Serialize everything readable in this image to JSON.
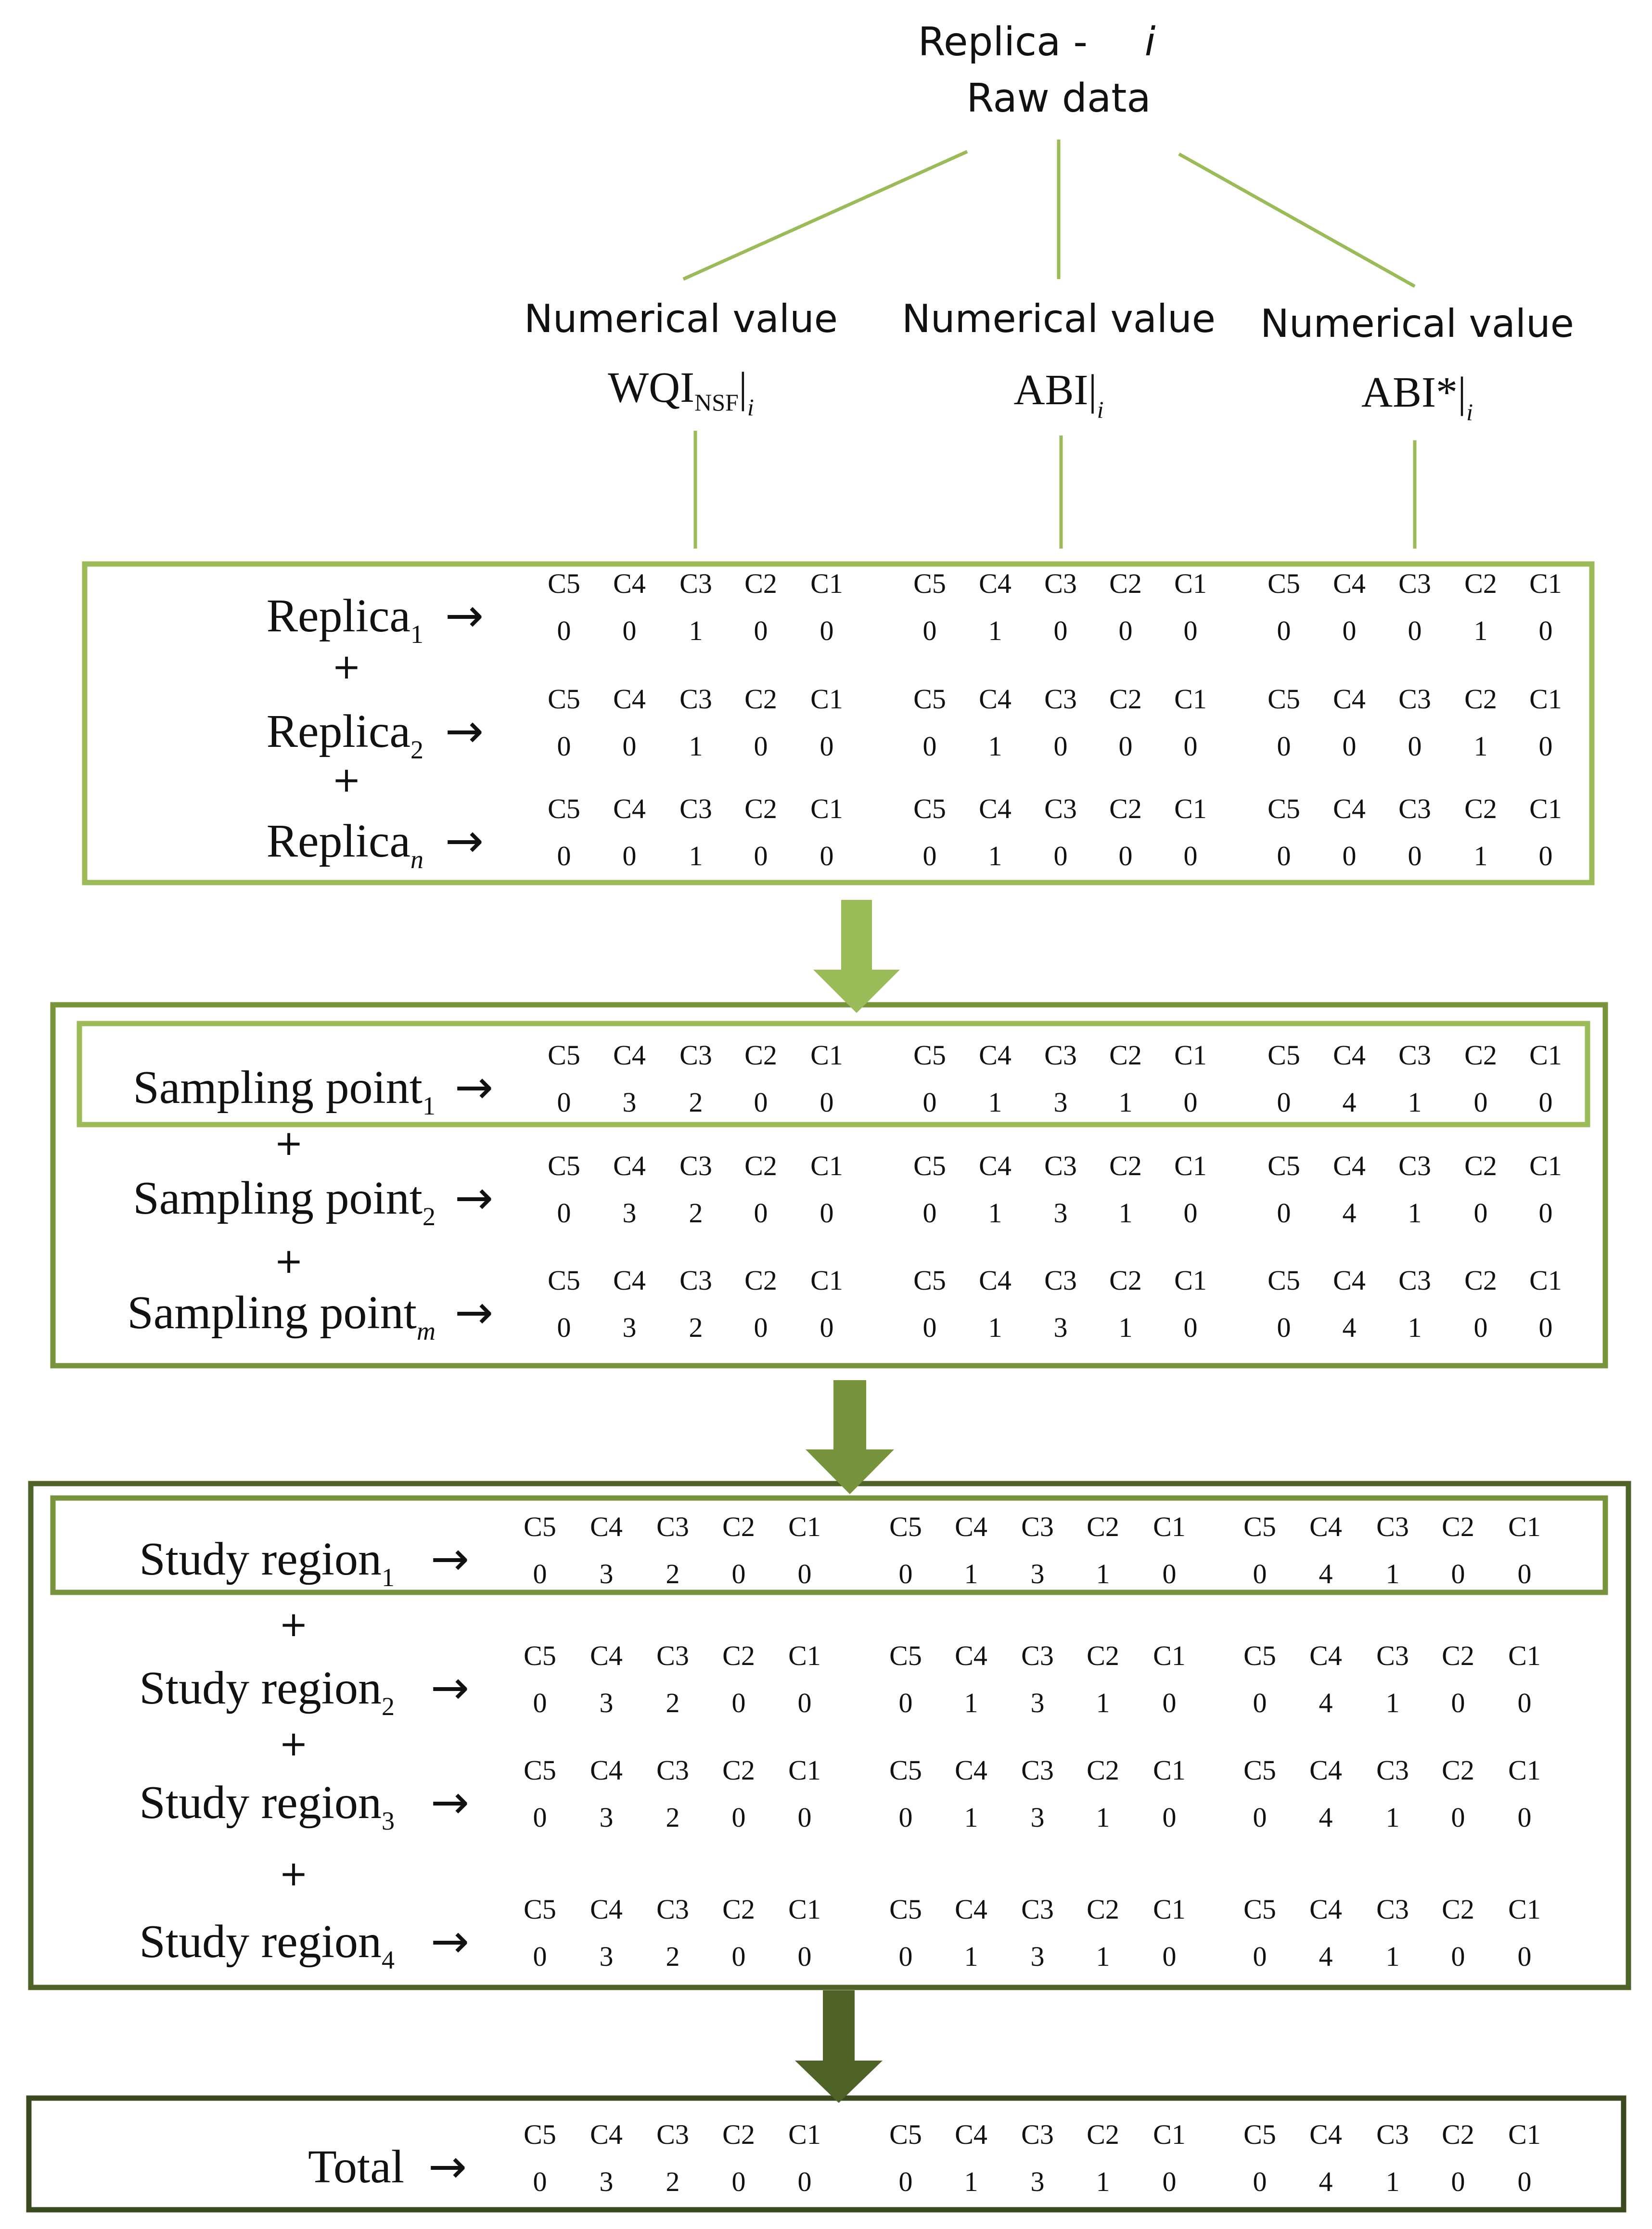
{
  "source": {
    "line1": "Replica -",
    "line1_index": "i",
    "line2": "Raw data"
  },
  "indices": [
    {
      "heading": "Numerical value",
      "name": "WQI",
      "sub": "NSF",
      "eval_sub": "i"
    },
    {
      "heading": "Numerical value",
      "name": "ABI",
      "sub": "",
      "eval_sub": "i"
    },
    {
      "heading": "Numerical value",
      "name": "ABI*",
      "sub": "",
      "eval_sub": "i"
    }
  ],
  "class_headers": [
    "C5",
    "C4",
    "C3",
    "C2",
    "C1"
  ],
  "arrow_symbol": "→",
  "plus_symbol": "+",
  "stages": [
    {
      "id": "replica",
      "rows": [
        {
          "label": "Replica",
          "sub": "1",
          "sub_italic": false,
          "values": [
            [
              0,
              0,
              1,
              0,
              0
            ],
            [
              0,
              1,
              0,
              0,
              0
            ],
            [
              0,
              0,
              0,
              1,
              0
            ]
          ]
        },
        {
          "label": "Replica",
          "sub": "2",
          "sub_italic": false,
          "values": [
            [
              0,
              0,
              1,
              0,
              0
            ],
            [
              0,
              1,
              0,
              0,
              0
            ],
            [
              0,
              0,
              0,
              1,
              0
            ]
          ]
        },
        {
          "label": "Replica",
          "sub": "n",
          "sub_italic": true,
          "values": [
            [
              0,
              0,
              1,
              0,
              0
            ],
            [
              0,
              1,
              0,
              0,
              0
            ],
            [
              0,
              0,
              0,
              1,
              0
            ]
          ]
        }
      ]
    },
    {
      "id": "sampling",
      "rows": [
        {
          "label": "Sampling point",
          "sub": "1",
          "sub_italic": false,
          "values": [
            [
              0,
              3,
              2,
              0,
              0
            ],
            [
              0,
              1,
              3,
              1,
              0
            ],
            [
              0,
              4,
              1,
              0,
              0
            ]
          ]
        },
        {
          "label": "Sampling point",
          "sub": "2",
          "sub_italic": false,
          "values": [
            [
              0,
              3,
              2,
              0,
              0
            ],
            [
              0,
              1,
              3,
              1,
              0
            ],
            [
              0,
              4,
              1,
              0,
              0
            ]
          ]
        },
        {
          "label": "Sampling point",
          "sub": "m",
          "sub_italic": true,
          "values": [
            [
              0,
              3,
              2,
              0,
              0
            ],
            [
              0,
              1,
              3,
              1,
              0
            ],
            [
              0,
              4,
              1,
              0,
              0
            ]
          ]
        }
      ]
    },
    {
      "id": "region",
      "rows": [
        {
          "label": "Study region",
          "sub": "1",
          "sub_italic": false,
          "values": [
            [
              0,
              3,
              2,
              0,
              0
            ],
            [
              0,
              1,
              3,
              1,
              0
            ],
            [
              0,
              4,
              1,
              0,
              0
            ]
          ]
        },
        {
          "label": "Study region",
          "sub": "2",
          "sub_italic": false,
          "values": [
            [
              0,
              3,
              2,
              0,
              0
            ],
            [
              0,
              1,
              3,
              1,
              0
            ],
            [
              0,
              4,
              1,
              0,
              0
            ]
          ]
        },
        {
          "label": "Study region",
          "sub": "3",
          "sub_italic": false,
          "values": [
            [
              0,
              3,
              2,
              0,
              0
            ],
            [
              0,
              1,
              3,
              1,
              0
            ],
            [
              0,
              4,
              1,
              0,
              0
            ]
          ]
        },
        {
          "label": "Study region",
          "sub": "4",
          "sub_italic": false,
          "values": [
            [
              0,
              3,
              2,
              0,
              0
            ],
            [
              0,
              1,
              3,
              1,
              0
            ],
            [
              0,
              4,
              1,
              0,
              0
            ]
          ]
        }
      ]
    },
    {
      "id": "total",
      "rows": [
        {
          "label": "Total",
          "sub": "",
          "sub_italic": false,
          "values": [
            [
              0,
              3,
              2,
              0,
              0
            ],
            [
              0,
              1,
              3,
              1,
              0
            ],
            [
              0,
              4,
              1,
              0,
              0
            ]
          ]
        }
      ]
    }
  ],
  "colors": {
    "light_green": "#9bbb59",
    "mid_green": "#77933c",
    "dark_green": "#4f6228",
    "darkest_green": "#3b4a1e",
    "text": "#111111"
  }
}
